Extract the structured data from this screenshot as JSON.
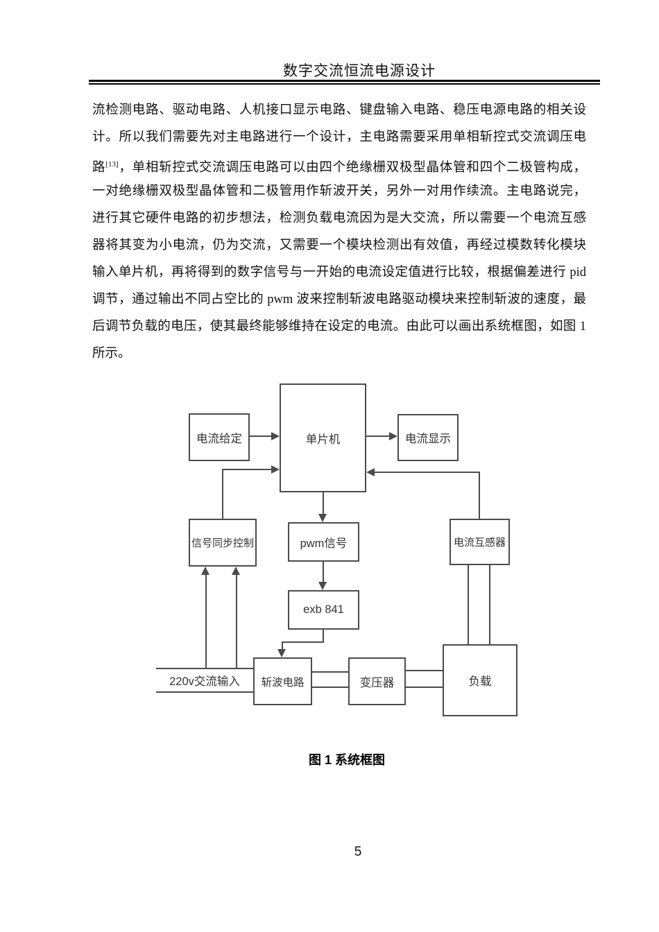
{
  "header": {
    "title": "数字交流恒流电源设计"
  },
  "paragraph": {
    "l1": "流检测电路、驱动电路、人机接口显示电路、键盘输入电路、稳压电源电路的相关设",
    "l2": "计。所以我们需要先对主电路进行一个设计，主电路需要采用单相斩控式交流调压电",
    "l3_pre": "路",
    "l3_sup": "[13]",
    "l3_post": "，单相斩控式交流调压电路可以由四个绝缘栅双极型晶体管和四个二极管构成，",
    "l4": "一对绝缘栅双极型晶体管和二极管用作斩波开关，另外一对用作续流。主电路说完，",
    "l5": "进行其它硬件电路的初步想法，检测负载电流因为是大交流，所以需要一个电流互感",
    "l6": "器将其变为小电流，仍为交流，又需要一个模块检测出有效值，再经过模数转化模块",
    "l7": "输入单片机，再将得到的数字信号与一开始的电流设定值进行比较，根据偏差进行 pid",
    "l8": "调节，通过输出不同占空比的 pwm 波来控制斩波电路驱动模块来控制斩波的速度，最",
    "l9": "后调节负载的电压，使其最终能够维持在设定的电流。由此可以画出系统框图，如图 1",
    "l10": "所示。"
  },
  "diagram": {
    "boxes": {
      "current_setpoint": "电流给定",
      "mcu": "单片机",
      "current_display": "电流显示",
      "signal_sync": "信号同步控制",
      "pwm_signal": "pwm信号",
      "current_transformer": "电流互感器",
      "exb841": "exb 841",
      "ac_input": "220v交流输入",
      "chopper": "斩波电路",
      "transformer": "变压器",
      "load": "负载"
    },
    "caption": "图 1 系统框图"
  },
  "footer": {
    "page_number": "5"
  },
  "colors": {
    "diagram_line": "#4b4b4b",
    "text": "#000000",
    "background": "#ffffff"
  }
}
